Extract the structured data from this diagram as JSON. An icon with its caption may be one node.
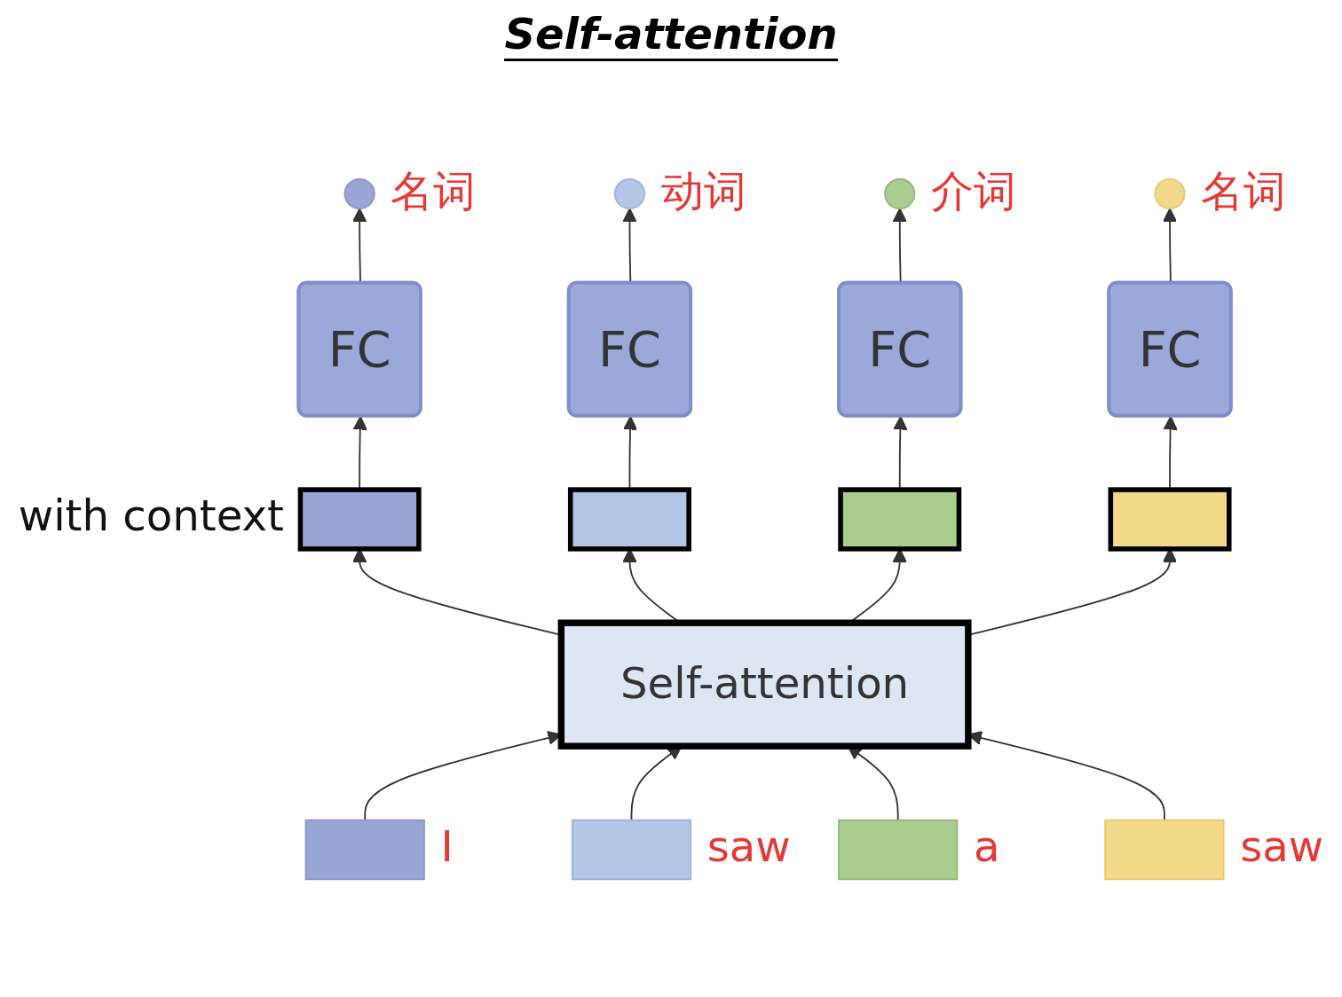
{
  "diagram": {
    "title": "Self-attention",
    "nodes": [
      {
        "text": [],
        "shape": "circle",
        "beside": [
          "名词"
        ]
      },
      {
        "text": [],
        "shape": "circle",
        "beside": [
          "动词"
        ]
      },
      {
        "text": [],
        "shape": "circle",
        "beside": [
          "介词"
        ]
      },
      {
        "text": [],
        "shape": "circle",
        "beside": [
          "名词"
        ]
      },
      {
        "text": [
          "FC"
        ]
      },
      {
        "text": [
          "FC"
        ]
      },
      {
        "text": [
          "FC"
        ]
      },
      {
        "text": [
          "FC"
        ]
      },
      {
        "text": [],
        "shape": "bar",
        "beside": [
          "with context"
        ]
      },
      {
        "text": [],
        "shape": "bar"
      },
      {
        "text": [],
        "shape": "bar"
      },
      {
        "text": [],
        "shape": "bar"
      },
      {
        "text": [
          "Self-attention"
        ]
      },
      {
        "text": [],
        "shape": "bar",
        "beside": [
          "I"
        ]
      },
      {
        "text": [],
        "shape": "bar",
        "beside": [
          "saw"
        ]
      },
      {
        "text": [],
        "shape": "bar",
        "beside": [
          "a"
        ]
      },
      {
        "text": [],
        "shape": "bar",
        "beside": [
          "saw"
        ]
      }
    ],
    "edges": [
      {
        "from": 13,
        "to": 12,
        "arrow": "to"
      },
      {
        "from": 14,
        "to": 12,
        "arrow": "to"
      },
      {
        "from": 15,
        "to": 12,
        "arrow": "to"
      },
      {
        "from": 16,
        "to": 12,
        "arrow": "to"
      },
      {
        "from": 12,
        "to": 8,
        "arrow": "to"
      },
      {
        "from": 12,
        "to": 9,
        "arrow": "to"
      },
      {
        "from": 12,
        "to": 10,
        "arrow": "to"
      },
      {
        "from": 12,
        "to": 11,
        "arrow": "to"
      },
      {
        "from": 8,
        "to": 4,
        "arrow": "to"
      },
      {
        "from": 9,
        "to": 5,
        "arrow": "to"
      },
      {
        "from": 10,
        "to": 6,
        "arrow": "to"
      },
      {
        "from": 11,
        "to": 7,
        "arrow": "to"
      },
      {
        "from": 4,
        "to": 0,
        "arrow": "to"
      },
      {
        "from": 5,
        "to": 1,
        "arrow": "to"
      },
      {
        "from": 6,
        "to": 2,
        "arrow": "to"
      },
      {
        "from": 7,
        "to": 3,
        "arrow": "to"
      }
    ]
  }
}
